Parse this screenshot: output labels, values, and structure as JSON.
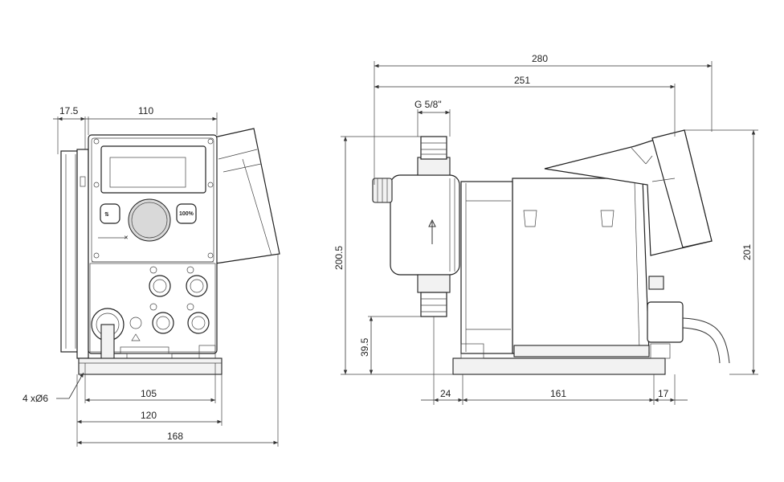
{
  "front_view": {
    "dim_17_5": "17.5",
    "dim_110": "110",
    "dim_105": "105",
    "dim_120": "120",
    "dim_168": "168",
    "hole_callout": "4 xØ6",
    "button_100": "100%"
  },
  "side_view": {
    "dim_280": "280",
    "dim_251": "251",
    "thread": "G 5/8\"",
    "dim_200_5": "200.5",
    "dim_39_5": "39.5",
    "dim_201": "201",
    "dim_24": "24",
    "dim_161": "161",
    "dim_17": "17"
  }
}
